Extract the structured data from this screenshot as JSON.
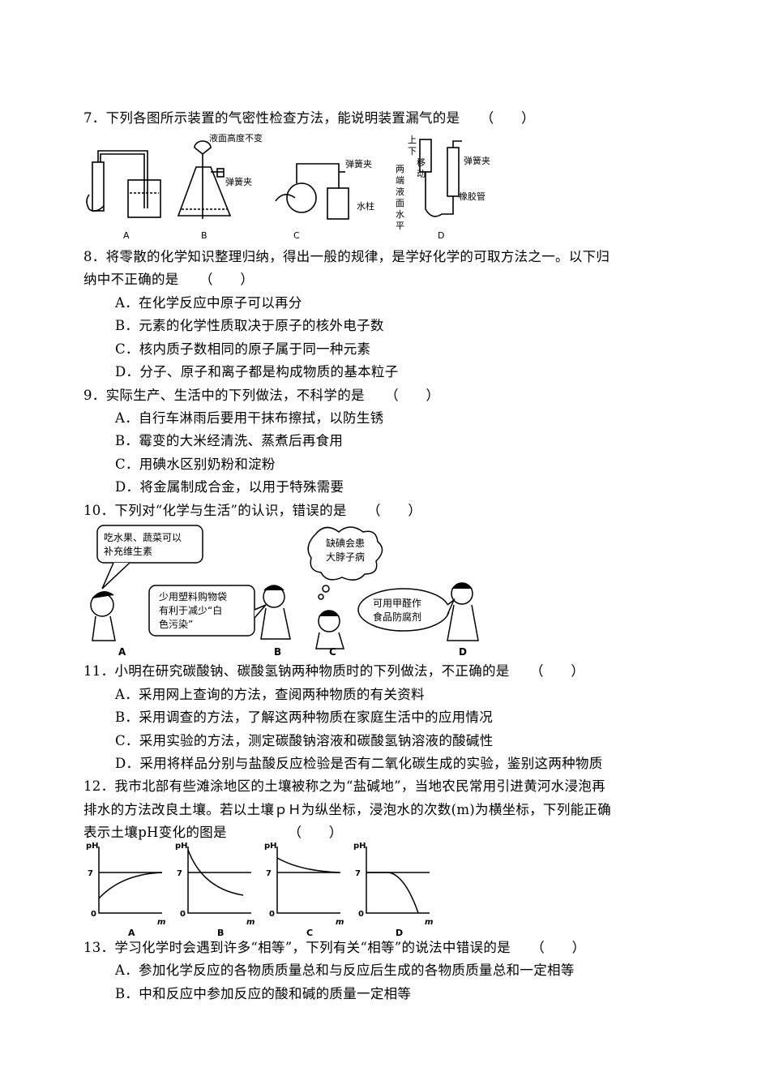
{
  "q7": {
    "stem": "7．下列各图所示装置的气密性检查方法，能说明装置漏气的是　　（　　）",
    "fig_labels": {
      "b_top": "液面高度不变",
      "b_clip": "弹簧夹",
      "c_clip": "弹簧夹",
      "c_water": "水柱",
      "d_vertical": [
        "上",
        "下",
        "移",
        "动"
      ],
      "d_vertical2": [
        "两",
        "端",
        "液",
        "面",
        "水",
        "平"
      ],
      "d_clip": "弹簧夹",
      "d_tube": "橡胶管",
      "letters": [
        "A",
        "B",
        "C",
        "D"
      ]
    }
  },
  "q8": {
    "stem1": "8．将零散的化学知识整理归纳，得出一般的规律，是学好化学的可取方法之一。以下归",
    "stem2": "纳中不正确的是　　（　　）",
    "options": [
      "A．在化学反应中原子可以再分",
      "B．元素的化学性质取决于原子的核外电子数",
      "C．核内质子数相同的原子属于同一种元素",
      "D．分子、原子和离子都是构成物质的基本粒子"
    ]
  },
  "q9": {
    "stem": "9．实际生产、生活中的下列做法，不科学的是　　（　　）",
    "options": [
      "A．自行车淋雨后要用干抹布擦拭，以防生锈",
      "B．霉变的大米经清洗、蒸煮后再食用",
      "C．用碘水区别奶粉和淀粉",
      "D．将金属制成合金，以用于特殊需要"
    ]
  },
  "q10": {
    "stem": "10．下列对“化学与生活”的认识，错误的是　　（　　）",
    "bubbles": {
      "a": [
        "吃水果、蔬菜可以",
        "补充维生素"
      ],
      "b": [
        "少用塑料购物袋",
        "有利于减少“白",
        "色污染”"
      ],
      "c": [
        "缺碘会患",
        "大脖子病"
      ],
      "d": [
        "可用甲醛作",
        "食品防腐剂"
      ]
    },
    "letters": [
      "A",
      "B",
      "C",
      "D"
    ]
  },
  "q11": {
    "stem": "11．小明在研究碳酸钠、碳酸氢钠两种物质时的下列做法，不正确的是　　（　　）",
    "options": [
      "A．采用网上查询的方法，查阅两种物质的有关资料",
      "B．采用调查的方法，了解这两种物质在家庭生活中的应用情况",
      "C．采用实验的方法，测定碳酸钠溶液和碳酸氢钠溶液的酸碱性",
      "D．采用将样品分别与盐酸反应检验是否有二氧化碳生成的实验，鉴别这两种物质"
    ]
  },
  "q12": {
    "stem1": "12．我市北部有些滩涂地区的土壤被称之为“盐碱地”，当地农民常用引进黄河水浸泡再",
    "stem2": "排水的方法改良土壤。若以土壤ｐＨ为纵坐标，浸泡水的次数(m)为横坐标，下列能正确",
    "stem3": "表示土壤pH变化的图是　　　　　（　　）",
    "graph_labels": {
      "y": "pH",
      "seven": "7",
      "zero": "0",
      "x": "m"
    },
    "letters": [
      "A",
      "B",
      "C",
      "D"
    ]
  },
  "q13": {
    "stem": "13．学习化学时会遇到许多“相等”，下列有关“相等”的说法中错误的是　　（　　）",
    "options": [
      "A．参加化学反应的各物质质量总和与反应后生成的各物质质量总和一定相等",
      "B．中和反应中参加反应的酸和碱的质量一定相等"
    ]
  }
}
